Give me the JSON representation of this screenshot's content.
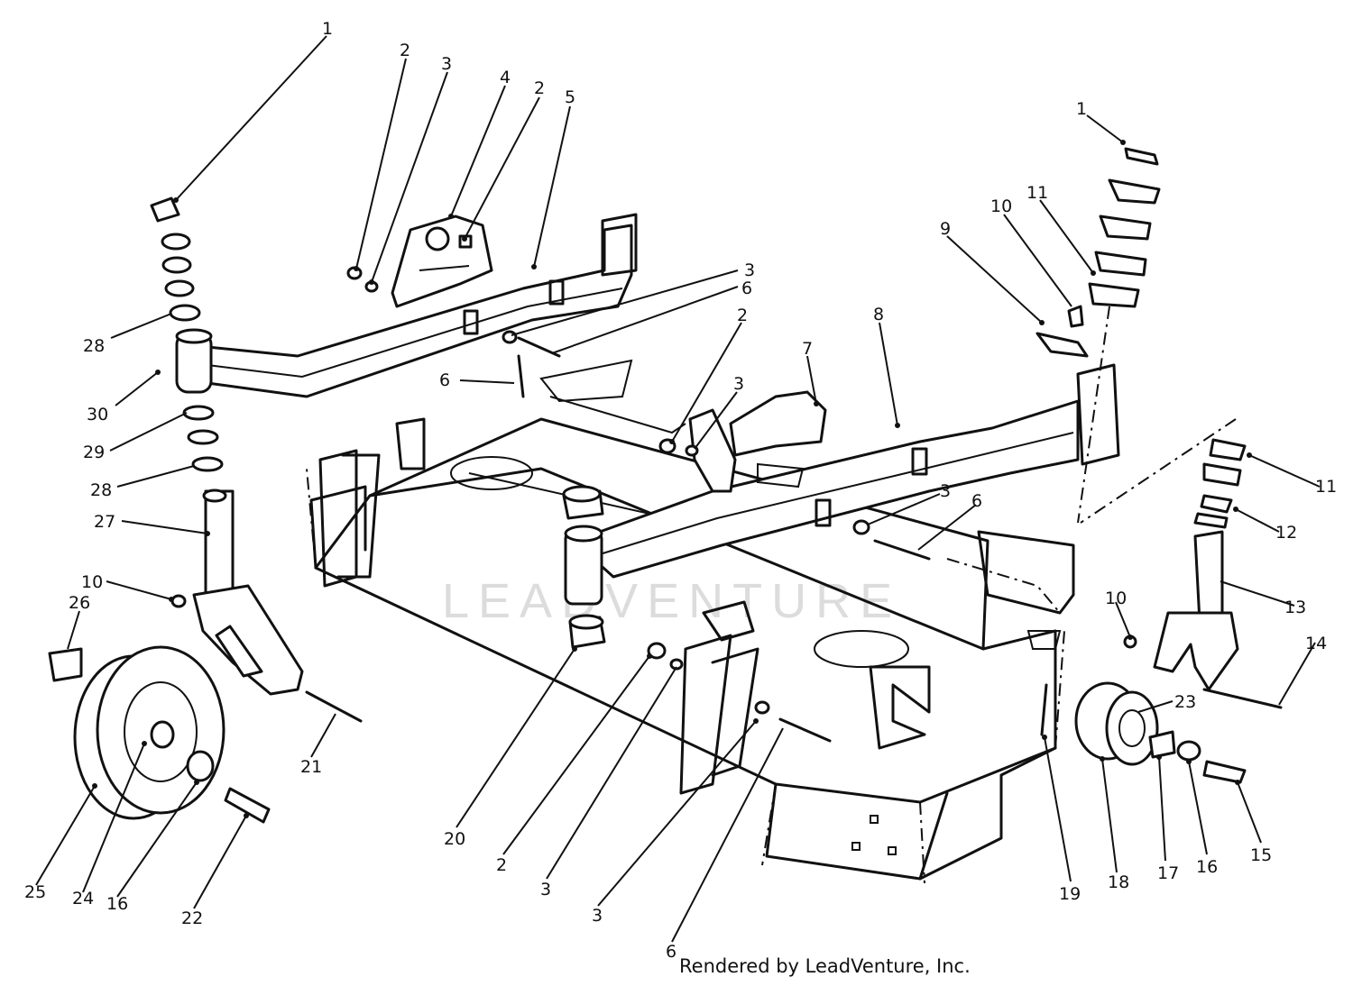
{
  "diagram": {
    "watermark": "LEADVENTURE",
    "credit": "Rendered by LeadVenture, Inc.",
    "callouts": [
      {
        "id": "c1a",
        "label": "1"
      },
      {
        "id": "c2a",
        "label": "2"
      },
      {
        "id": "c3a",
        "label": "3"
      },
      {
        "id": "c4",
        "label": "4"
      },
      {
        "id": "c2b",
        "label": "2"
      },
      {
        "id": "c5",
        "label": "5"
      },
      {
        "id": "c3b",
        "label": "3"
      },
      {
        "id": "c6a",
        "label": "6"
      },
      {
        "id": "c6b",
        "label": "6"
      },
      {
        "id": "c2c",
        "label": "2"
      },
      {
        "id": "c3c",
        "label": "3"
      },
      {
        "id": "c7",
        "label": "7"
      },
      {
        "id": "c8",
        "label": "8"
      },
      {
        "id": "c9",
        "label": "9"
      },
      {
        "id": "c10a",
        "label": "10"
      },
      {
        "id": "c11a",
        "label": "11"
      },
      {
        "id": "c1b",
        "label": "1"
      },
      {
        "id": "c28a",
        "label": "28"
      },
      {
        "id": "c30",
        "label": "30"
      },
      {
        "id": "c29",
        "label": "29"
      },
      {
        "id": "c28b",
        "label": "28"
      },
      {
        "id": "c27",
        "label": "27"
      },
      {
        "id": "c10b",
        "label": "10"
      },
      {
        "id": "c26",
        "label": "26"
      },
      {
        "id": "c21",
        "label": "21"
      },
      {
        "id": "c25",
        "label": "25"
      },
      {
        "id": "c24",
        "label": "24"
      },
      {
        "id": "c16a",
        "label": "16"
      },
      {
        "id": "c22",
        "label": "22"
      },
      {
        "id": "c20",
        "label": "20"
      },
      {
        "id": "c2d",
        "label": "2"
      },
      {
        "id": "c3d",
        "label": "3"
      },
      {
        "id": "c3e",
        "label": "3"
      },
      {
        "id": "c6c",
        "label": "6"
      },
      {
        "id": "c3f",
        "label": "3"
      },
      {
        "id": "c6d",
        "label": "6"
      },
      {
        "id": "c11b",
        "label": "11"
      },
      {
        "id": "c12",
        "label": "12"
      },
      {
        "id": "c13",
        "label": "13"
      },
      {
        "id": "c10c",
        "label": "10"
      },
      {
        "id": "c14",
        "label": "14"
      },
      {
        "id": "c23",
        "label": "23"
      },
      {
        "id": "c19",
        "label": "19"
      },
      {
        "id": "c18",
        "label": "18"
      },
      {
        "id": "c17",
        "label": "17"
      },
      {
        "id": "c16b",
        "label": "16"
      },
      {
        "id": "c15",
        "label": "15"
      }
    ]
  }
}
